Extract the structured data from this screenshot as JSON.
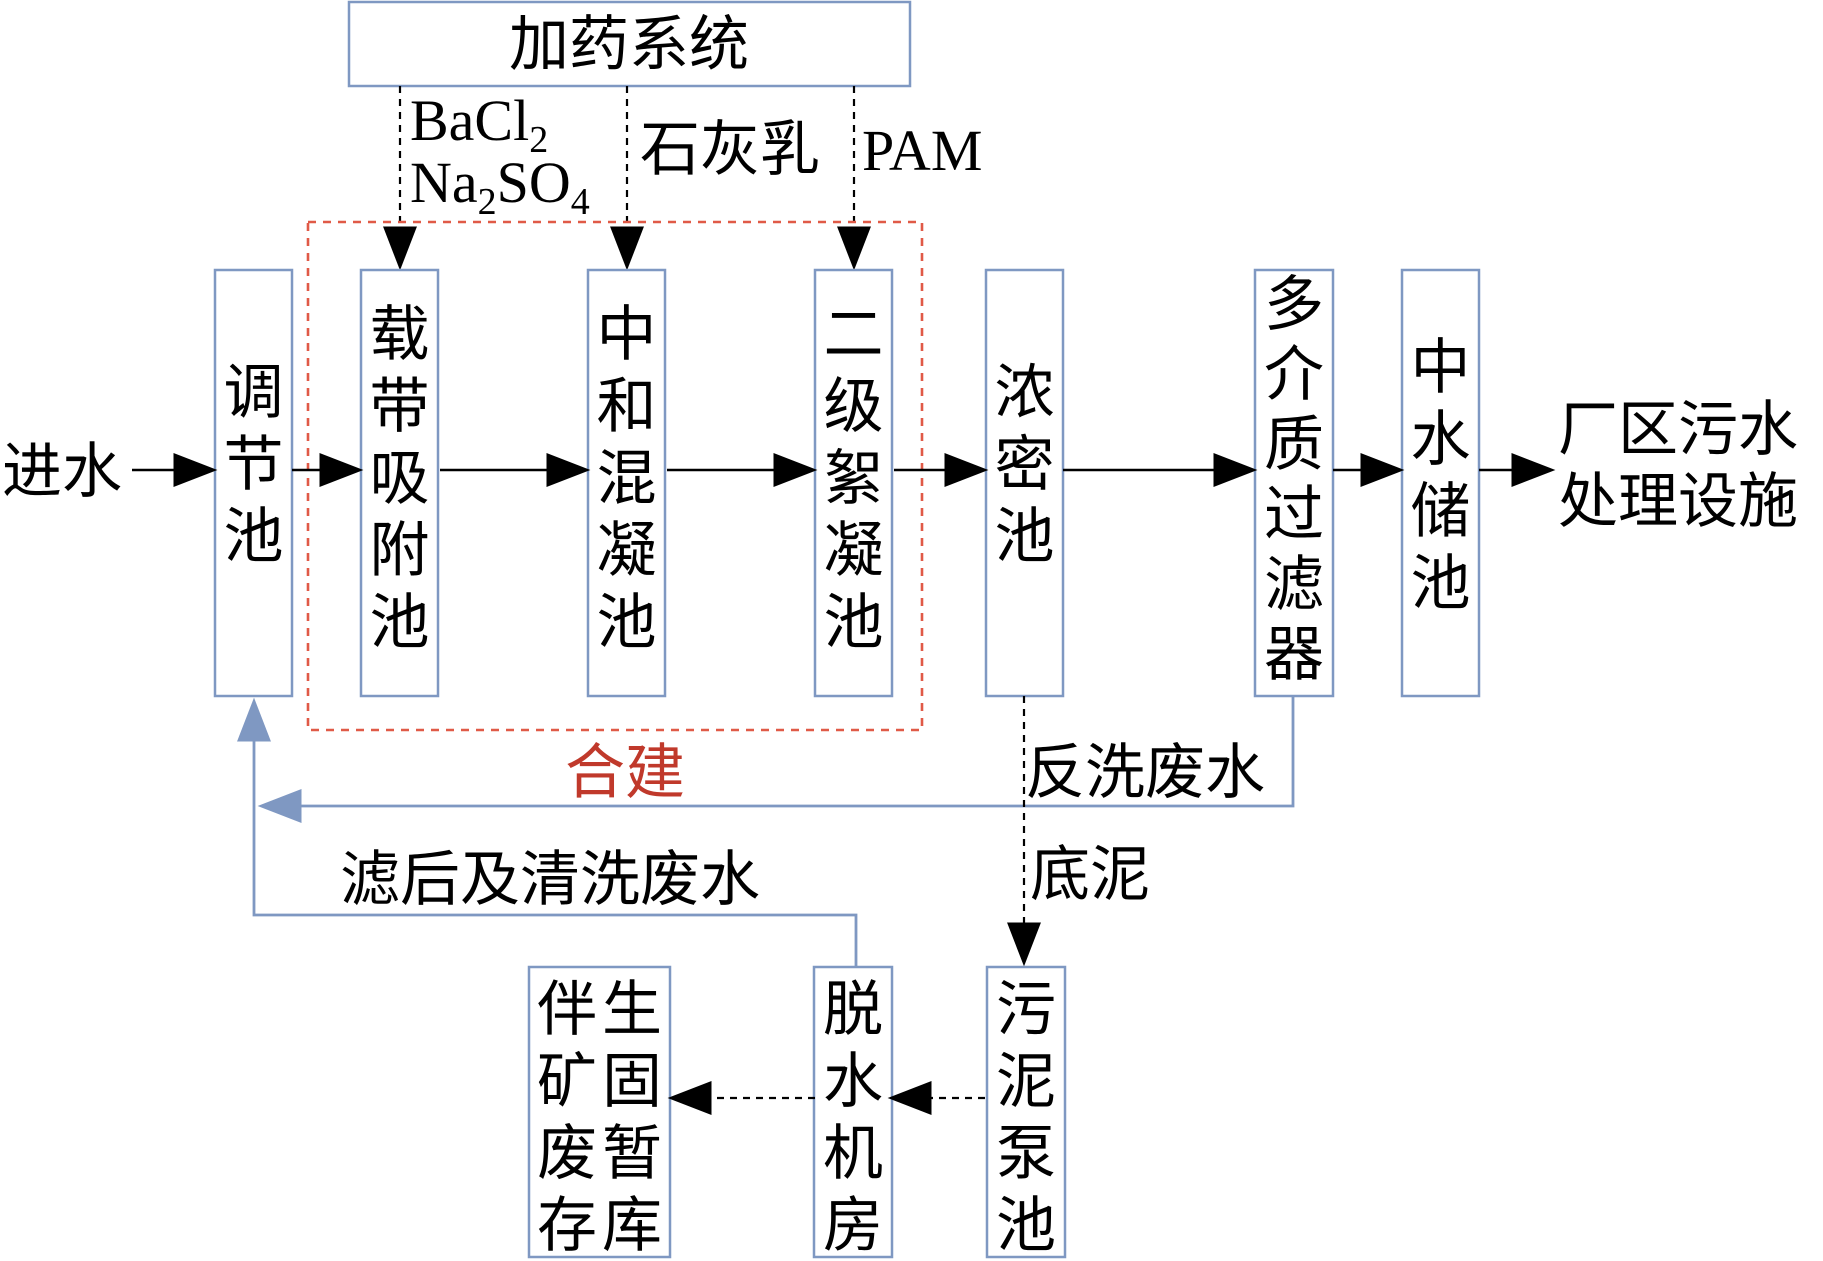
{
  "dosing_system": {
    "label": "加药系统"
  },
  "reagents": {
    "r1_line1": "BaCl",
    "r1_line1_sub": "2",
    "r1_line2_a": "Na",
    "r1_line2_sub_a": "2",
    "r1_line2_b": "SO",
    "r1_line2_sub_b": "4",
    "r2": "石灰乳",
    "r3": "PAM"
  },
  "inflow_label": "进水",
  "outflow_label": {
    "line1": "厂区污水",
    "line2": "处理设施"
  },
  "combined_label": "合建",
  "units": [
    {
      "id": "regulating",
      "label": [
        "调",
        "节",
        "池"
      ]
    },
    {
      "id": "adsorption",
      "label": [
        "载",
        "带",
        "吸",
        "附",
        "池"
      ]
    },
    {
      "id": "neutralization",
      "label": [
        "中",
        "和",
        "混",
        "凝",
        "池"
      ]
    },
    {
      "id": "flocculation",
      "label": [
        "二",
        "级",
        "絮",
        "凝",
        "池"
      ]
    },
    {
      "id": "thickener",
      "label": [
        "浓",
        "密",
        "池"
      ]
    },
    {
      "id": "multimedia_filter",
      "label": [
        "多",
        "介",
        "质",
        "过",
        "滤",
        "器"
      ]
    },
    {
      "id": "reclaimed_tank",
      "label": [
        "中",
        "水",
        "储",
        "池"
      ]
    }
  ],
  "sludge_units": {
    "sludge_pump": {
      "label": [
        "污",
        "泥",
        "泵",
        "池"
      ]
    },
    "dewatering": {
      "label": [
        "脱",
        "水",
        "机",
        "房"
      ]
    },
    "storage": {
      "col1": [
        "伴",
        "矿",
        "废",
        "存"
      ],
      "col2": [
        "生",
        "固",
        "暂",
        "库"
      ]
    }
  },
  "flows": {
    "backwash": "反洗废水",
    "filtrate": "滤后及清洗废水",
    "bottom_sludge": "底泥"
  },
  "colors": {
    "box_border": "#7f98c2",
    "recycle_line": "#7f98c2",
    "combined_border": "#e05a47",
    "combined_text": "#c0392b"
  }
}
